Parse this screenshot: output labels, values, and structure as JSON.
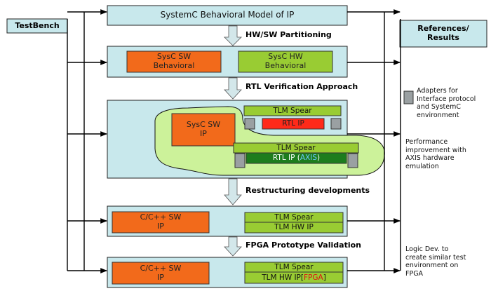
{
  "title_box": "SystemC Behavioral Model of IP",
  "side": {
    "testbench": "TestBench",
    "references": "References/\nResults"
  },
  "steps": {
    "hw_sw_partitioning": "HW/SW Partitioning",
    "rtl_verification": "RTL Verification Approach",
    "restructuring": "Restructuring developments",
    "fpga_validation": "FPGA Prototype Validation"
  },
  "stage2": {
    "sw": "SysC SW\nBehavioral",
    "hw": "SysC HW\nBehavioral"
  },
  "stage3": {
    "sw": "SysC SW\nIP",
    "tlm_spear_1": "TLM Spear",
    "rtl_ip": "RTL IP",
    "tlm_spear_2": "TLM Spear",
    "rtl_ip_axis_prefix": "RTL IP (",
    "rtl_ip_axis_word": "AXIS",
    "rtl_ip_axis_suffix": ")"
  },
  "stage4": {
    "sw": "C/C++ SW\nIP",
    "tlm_spear": "TLM Spear",
    "tlm_hw_ip": "TLM HW IP"
  },
  "stage5": {
    "sw": "C/C++ SW\nIP",
    "tlm_spear": "TLM Spear",
    "tlm_hw_ip_prefix": "TLM HW IP[",
    "fpga_word": "FPGA",
    "tlm_hw_ip_suffix": "]"
  },
  "notes": {
    "adapters": "Adapters for\nInterface protocol\nand SystemC\nenvironment",
    "performance": "Performance\nimprovement with\nAXIS hardware\nemulation",
    "logic_dev": "Logic Dev. to\ncreate similar test\nenvironment on\nFPGA"
  },
  "colors": {
    "stage_fill": "#c8e8ec",
    "sw_orange": "#f26a1b",
    "hw_green": "#99cc33",
    "rtl_red": "#ff2a1a",
    "axis_dark_green": "#1d7d1d",
    "blob_green": "#ccf29a",
    "adapter_gray": "#9aa0a2",
    "arrow_fill": "#d3e7ea",
    "axis_text": "#6ec8ff",
    "fpga_text": "#dd1111"
  }
}
